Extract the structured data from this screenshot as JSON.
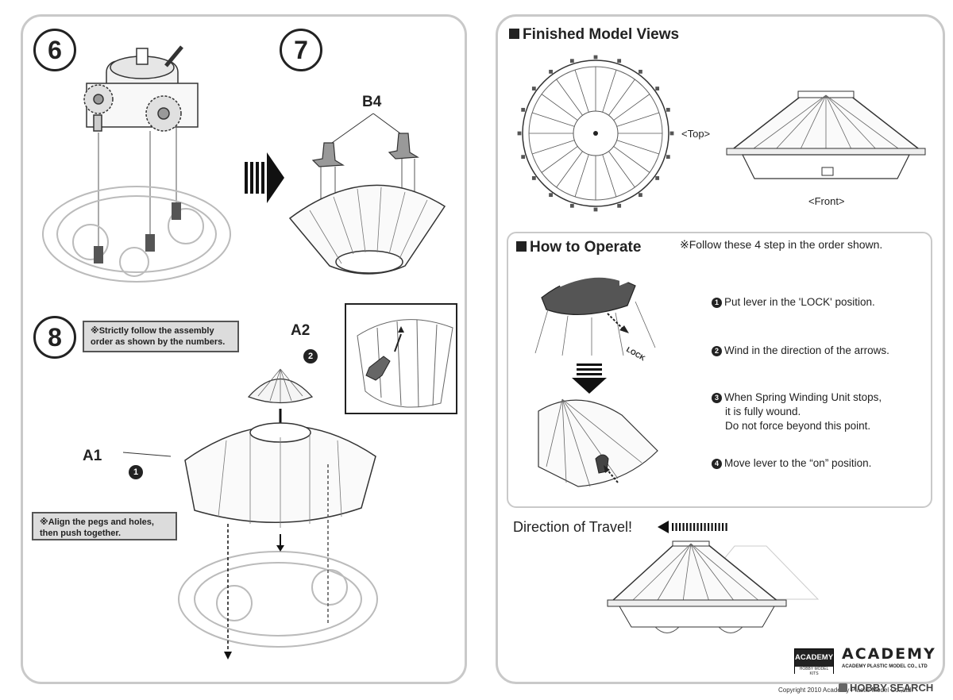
{
  "left": {
    "step6": "6",
    "step7": "7",
    "step8": "8",
    "part_b4": "B4",
    "part_a2": "A2",
    "part_a1": "A1",
    "bullet1": "1",
    "bullet2": "2",
    "note_order": "※Strictly follow the assembly order as shown by the numbers.",
    "note_align": "※Align the pegs and holes, then push together."
  },
  "right": {
    "finished_title": "Finished Model Views",
    "top_label": "<Top>",
    "front_label": "<Front>",
    "operate_title": "How to Operate",
    "operate_note": "※Follow these 4 step in the order shown.",
    "steps": [
      {
        "n": "1",
        "text": "Put lever in the  'LOCK' position."
      },
      {
        "n": "2",
        "text": "Wind in the direction of the arrows."
      },
      {
        "n": "3",
        "line1": "When Spring Winding Unit stops,",
        "line2": "it is fully wound.",
        "line3": "Do not force beyond this point."
      },
      {
        "n": "4",
        "text": "Move lever to the “on” position."
      }
    ],
    "lock_text": "LOCK",
    "travel_title": "Direction of Travel!",
    "brand_badge_top": "ACADEMY",
    "brand_badge_bottom": "HOBBY MODEL KITS",
    "brand_logo": "ACADEMY",
    "brand_company": "ACADEMY PLASTIC MODEL CO., LTD",
    "copyright": "Copyright  2010  Academy Plastic Model Co.,Ltd.",
    "watermark": "HOBBY SEARCH"
  }
}
